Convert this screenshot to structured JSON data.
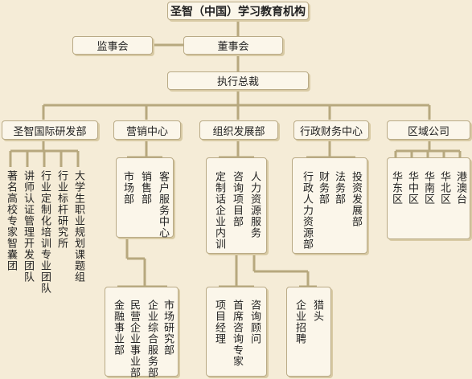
{
  "title": "圣智（中国）学习教育机构",
  "supervisor": "监事会",
  "board": "董事会",
  "ceo": "执行总裁",
  "departments": [
    "圣智国际研发部",
    "营销中心",
    "组织发展部",
    "行政财务中心",
    "区域公司"
  ],
  "research_units": [
    "著名高校专家智囊团",
    "讲师认证管理开发团队",
    "行业定制化培训专业团队",
    "行业标杆研究所",
    "大学生职业规划课题组"
  ],
  "marketing_units": [
    "市场部",
    "销售部",
    "客户服务中心"
  ],
  "org_units": [
    "定制话企业内训",
    "咨询项目部",
    "人力资源服务"
  ],
  "admin_units": [
    "行政人力资源部",
    "财务部",
    "法务部",
    "投资发展部"
  ],
  "regions": [
    "华东区",
    "华中区",
    "华南区",
    "华北区",
    "港澳台"
  ],
  "market_sub": [
    "金融事业部",
    "民营企业事业部",
    "企业综合服务部",
    "市场研究部"
  ],
  "consult_sub": [
    "项目经理",
    "首席咨询专家",
    "咨询顾问"
  ],
  "hr_sub": [
    "企业招聘",
    "猎头"
  ],
  "colors": {
    "background": "#f5ecd7",
    "box": "#fbf6ea",
    "border": "#b9aa86",
    "line": "#b7a87e"
  }
}
